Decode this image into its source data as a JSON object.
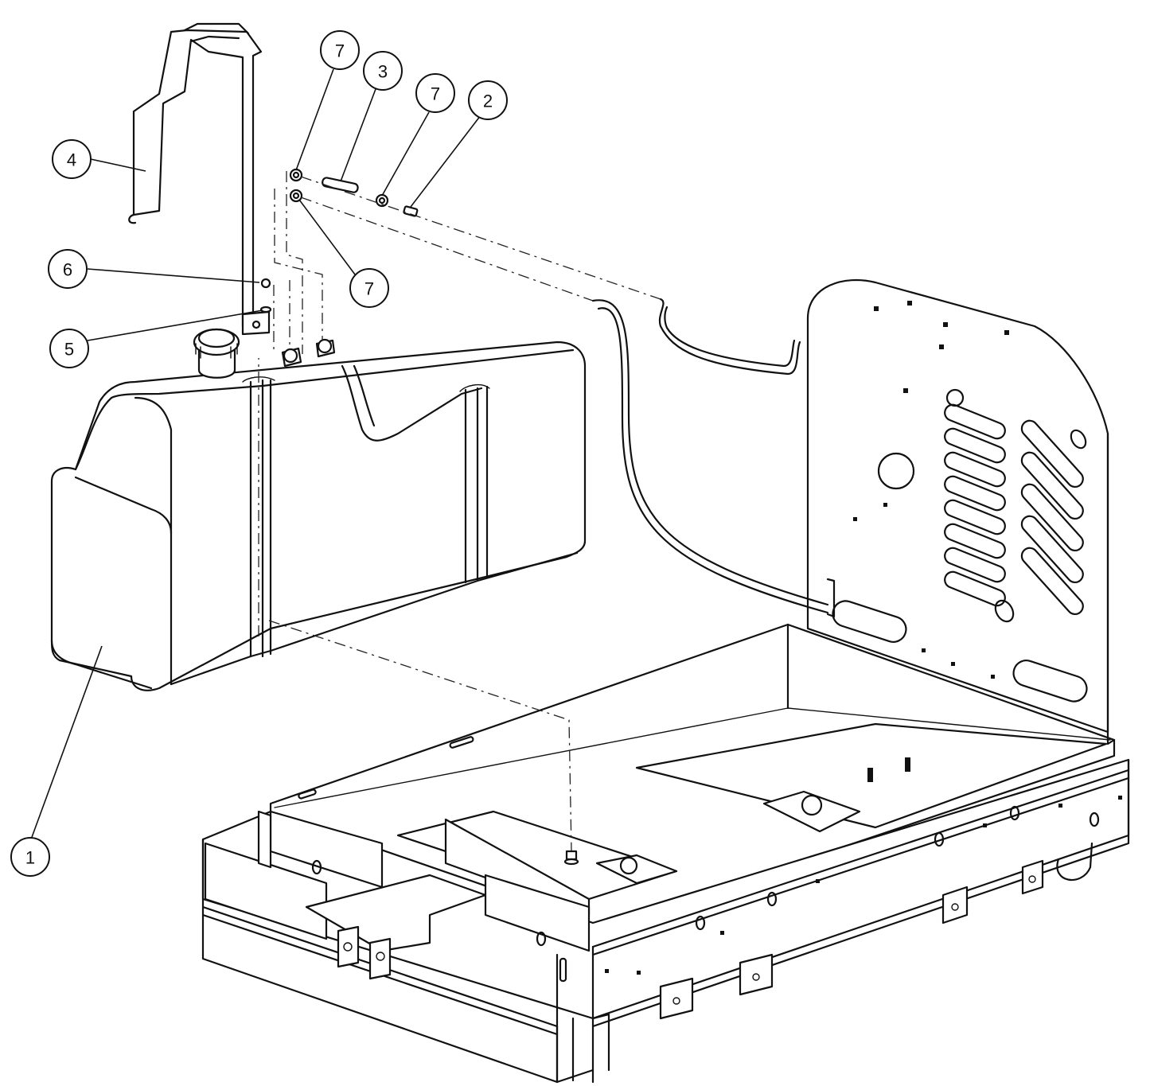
{
  "callouts": [
    {
      "id": "c4",
      "label": "4"
    },
    {
      "id": "c6",
      "label": "6"
    },
    {
      "id": "c5",
      "label": "5"
    },
    {
      "id": "c1",
      "label": "1"
    },
    {
      "id": "c7a",
      "label": "7"
    },
    {
      "id": "c3",
      "label": "3"
    },
    {
      "id": "c7b",
      "label": "7"
    },
    {
      "id": "c2",
      "label": "2"
    },
    {
      "id": "c7c",
      "label": "7"
    }
  ]
}
